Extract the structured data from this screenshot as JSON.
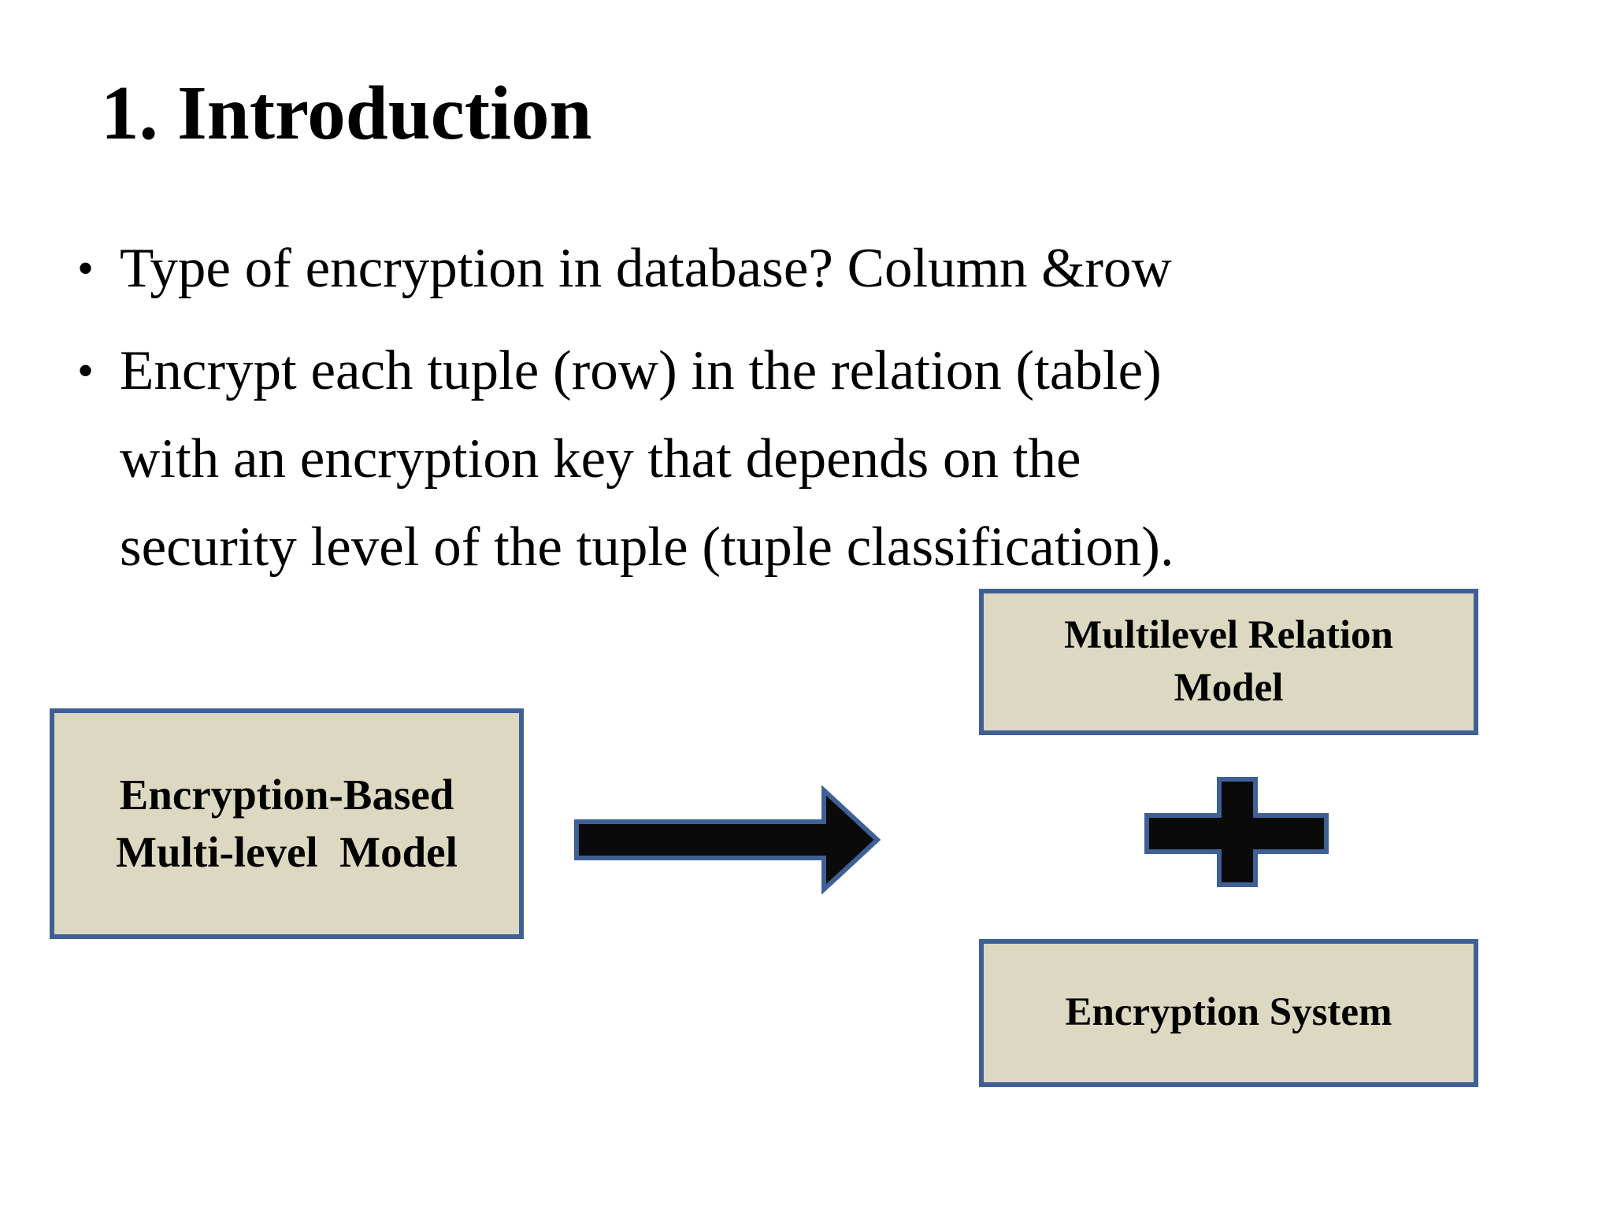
{
  "slide": {
    "title": "1. Introduction",
    "bullet_char": "•",
    "bullets": [
      {
        "lines": [
          "Type of encryption in database? Column &row"
        ]
      },
      {
        "lines": [
          "Encrypt each tuple (row) in the relation (table)",
          "with an encryption key that depends on the",
          "security level of the tuple (tuple classification)."
        ]
      }
    ]
  },
  "diagram": {
    "left_box": {
      "label": "Encryption-Based\nMulti-level  Model"
    },
    "arrow_icon": "right-arrow",
    "top_right_box": {
      "label": "Multilevel Relation\nModel"
    },
    "plus_icon": "plus",
    "bottom_right_box": {
      "label": "Encryption System"
    },
    "colors": {
      "box_fill": "#ddd8c2",
      "box_border": "#3e6095",
      "shape_fill": "#0a0a0a",
      "shape_outline": "#3e6095",
      "text": "#000000",
      "background": "#ffffff"
    }
  }
}
